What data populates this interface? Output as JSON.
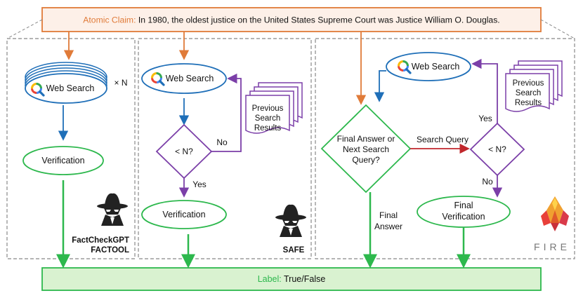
{
  "claim": {
    "label": "Atomic Claim:",
    "text": "In 1980, the oldest justice on the United States Supreme Court was Justice William O. Douglas."
  },
  "output": {
    "label": "Label:",
    "text": "True/False"
  },
  "panels": {
    "factool": {
      "web_search": "Web Search",
      "times_n": "× N",
      "verification": "Verification",
      "name_line1": "FactCheckGPT",
      "name_line2": "FACTOOL"
    },
    "safe": {
      "web_search": "Web Search",
      "decision": "< N?",
      "no": "No",
      "yes": "Yes",
      "previous_line1": "Previous",
      "previous_line2": "Search",
      "previous_line3": "Results",
      "verification": "Verification",
      "name": "SAFE"
    },
    "fire": {
      "web_search": "Web Search",
      "decision_line1": "Final Answer or",
      "decision_line2": "Next Search",
      "decision_line3": "Query?",
      "search_query": "Search Query",
      "check": "< N?",
      "yes": "Yes",
      "no": "No",
      "previous_line1": "Previous",
      "previous_line2": "Search",
      "previous_line3": "Results",
      "final_verification_line1": "Final",
      "final_verification_line2": "Verification",
      "final_answer_line1": "Final",
      "final_answer_line2": "Answer",
      "name": "FIRE"
    }
  },
  "colors": {
    "orange": "#e07b39",
    "green": "#2db84d",
    "purple": "#7b3fa8",
    "blue": "#1f6fb8",
    "red": "#c0262b",
    "output_fill": "#d9f2d0",
    "claim_fill": "#fdf0e8"
  },
  "icons": [
    "search-icon",
    "spy-icon",
    "fire-logo-icon"
  ]
}
